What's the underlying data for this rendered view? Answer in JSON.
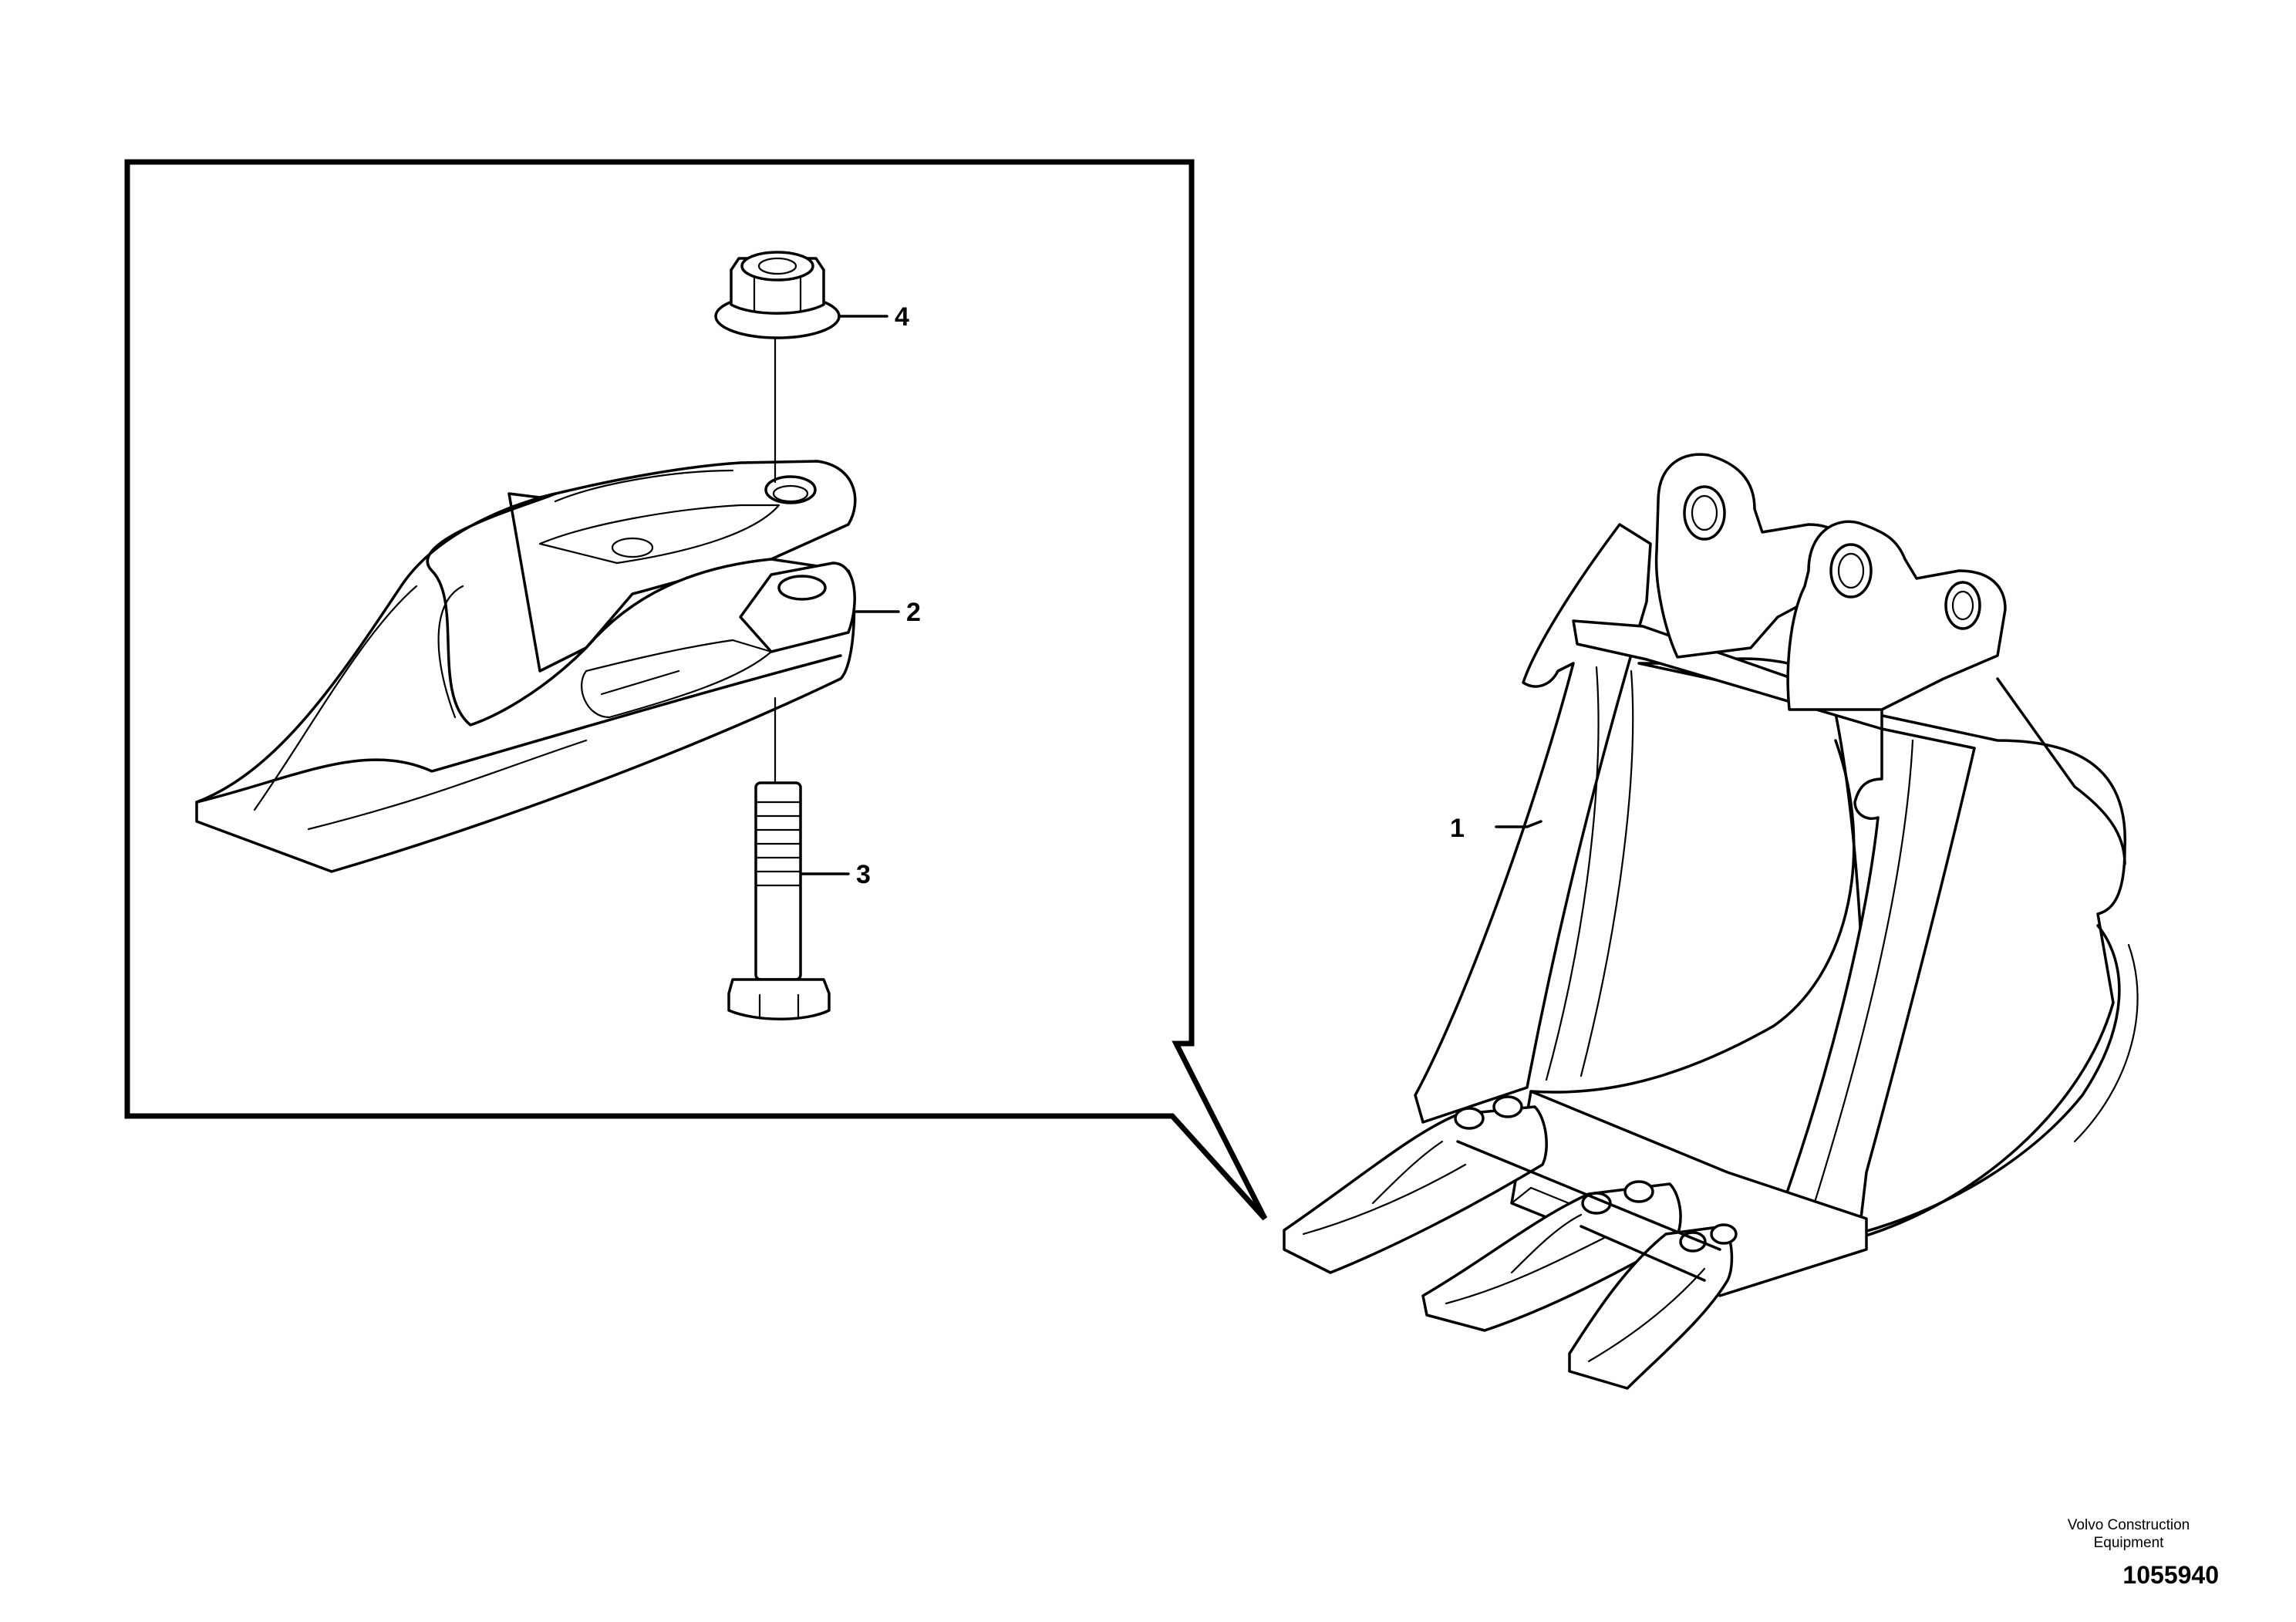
{
  "callouts": [
    {
      "id": "1",
      "label": "1"
    },
    {
      "id": "2",
      "label": "2"
    },
    {
      "id": "3",
      "label": "3"
    },
    {
      "id": "4",
      "label": "4"
    }
  ],
  "footer": {
    "brand_line1": "Volvo Construction",
    "brand_line2": "Equipment",
    "document_number": "1055940"
  },
  "colors": {
    "line": "#000000",
    "background": "#ffffff"
  }
}
